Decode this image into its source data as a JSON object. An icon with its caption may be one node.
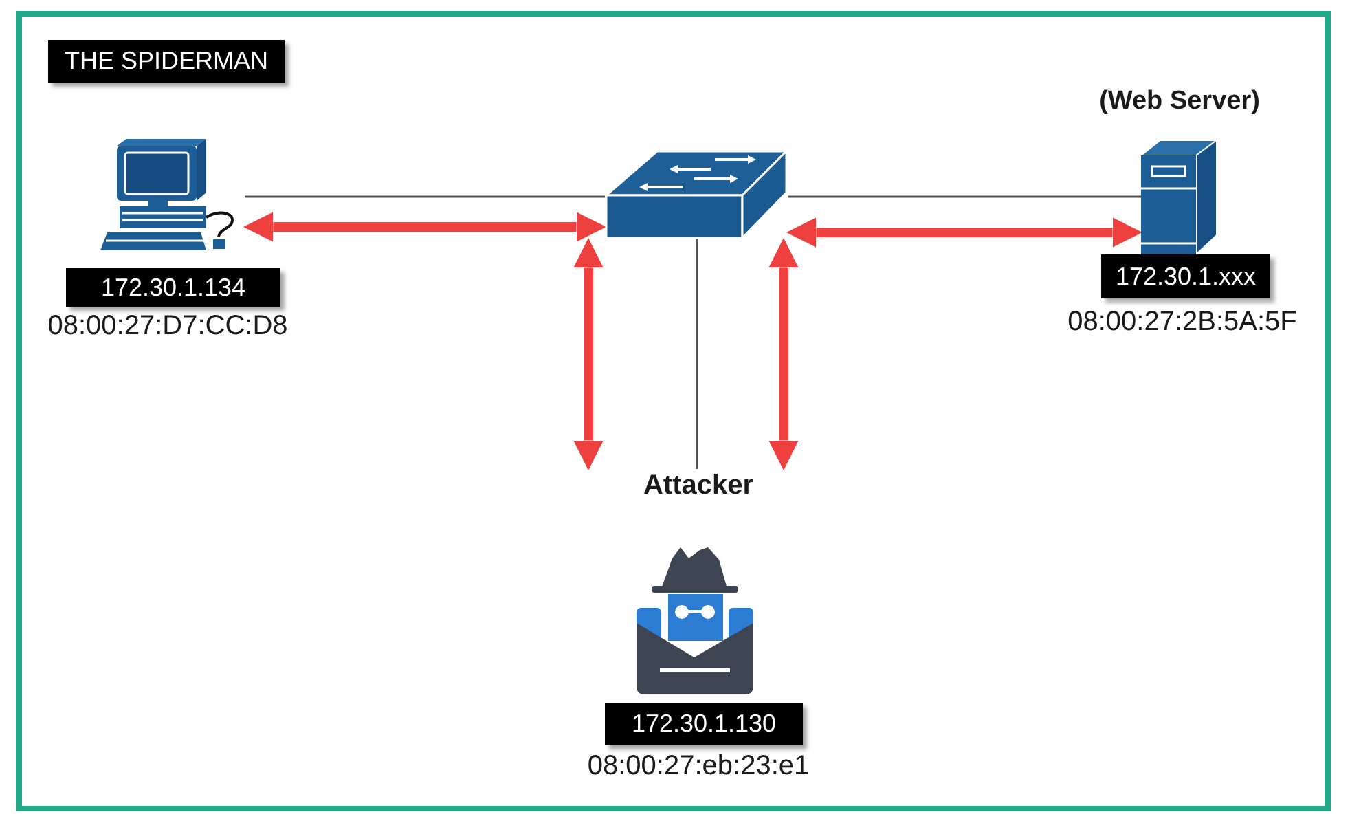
{
  "diagram": {
    "nodes": [
      {
        "text": [
          "THE SPIDERMAN"
        ]
      },
      {
        "text": [],
        "shape": "picture"
      },
      {
        "text": [
          "172.30.1.134"
        ],
        "beside": [
          "08:00:27:D7:CC:D8"
        ]
      },
      {
        "text": [],
        "shape": "picture"
      },
      {
        "text": [],
        "shape": "picture",
        "beside": [
          "(Web Server)"
        ]
      },
      {
        "text": [
          "172.30.1.xxx"
        ],
        "beside": [
          "08:00:27:2B:5A:5F"
        ]
      },
      {
        "text": [
          "Attacker"
        ]
      },
      {
        "text": [],
        "shape": "picture"
      },
      {
        "text": [
          "172.30.1.130"
        ],
        "beside": [
          "08:00:27:eb:23:e1"
        ]
      }
    ],
    "edges": [
      {
        "from": 1,
        "to": 3,
        "arrow": "none",
        "color": "#555555"
      },
      {
        "from": 3,
        "to": 4,
        "arrow": "none",
        "color": "#555555"
      },
      {
        "from": 3,
        "to": 6,
        "arrow": "none",
        "color": "#555555"
      },
      {
        "from": 1,
        "to": 3,
        "arrow": "both"
      },
      {
        "from": 3,
        "to": 4,
        "arrow": "both"
      },
      {
        "from": 3,
        "to": 6,
        "arrow": "both"
      },
      {
        "from": 3,
        "to": 6,
        "arrow": "both"
      }
    ]
  }
}
